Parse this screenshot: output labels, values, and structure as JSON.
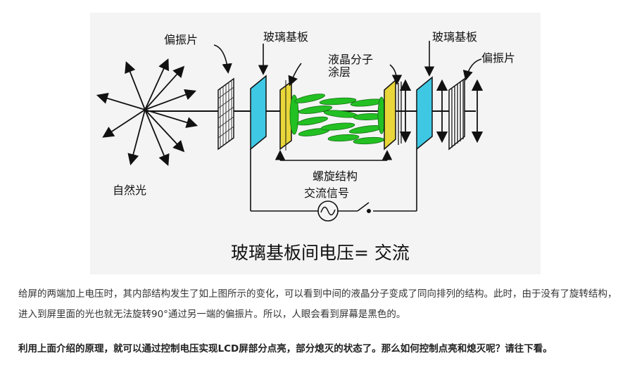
{
  "figure": {
    "labels": {
      "polarizer_left": "偏振片",
      "glass_left": "玻璃基板",
      "lc_line1": "液晶分子",
      "lc_line2": "涂层",
      "glass_right": "玻璃基板",
      "polarizer_right": "偏振片",
      "natural_light": "自然光",
      "helix": "螺旋结构",
      "ac_signal": "交流信号"
    },
    "caption": "玻璃基板间电压= 交流",
    "colors": {
      "glass": "#3ec8e4",
      "coating": "#e8d63a",
      "molecule": "#22c022",
      "line": "#111111"
    }
  },
  "paragraph1": "给屏的两端加上电压时，其内部结构发生了如上图所示的变化，可以看到中间的液晶分子变成了同向排列的结构。此时，由于没有了旋转结构，进入到屏里面的光也就无法旋转90°通过另一端的偏振片。所以，人眼会看到屏幕是黑色的。",
  "paragraph2": "利用上面介绍的原理，就可以通过控制电压实现LCD屏部分点亮，部分熄灭的状态了。那么如何控制点亮和熄灭呢？请往下看。"
}
